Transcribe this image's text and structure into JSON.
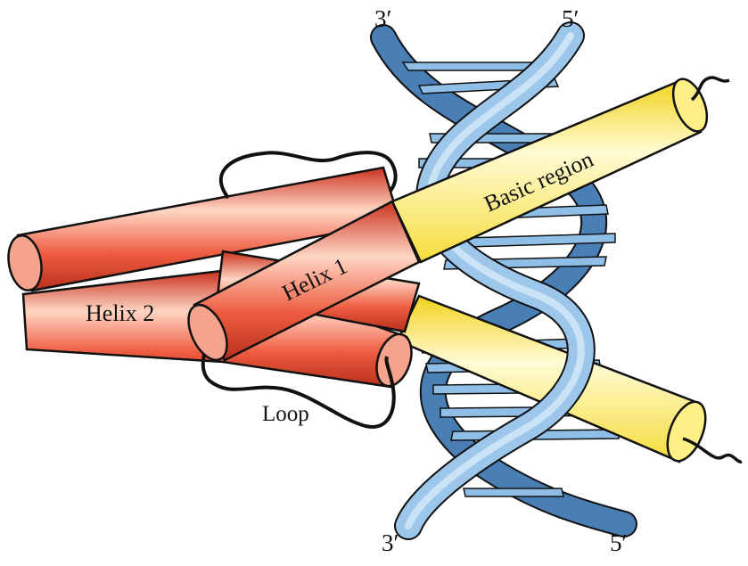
{
  "labels": {
    "dna_top_left_end": "3′",
    "dna_top_right_end": "5′",
    "dna_bottom_left_end": "3′",
    "dna_bottom_right_end": "5′",
    "basic_region": "Basic region",
    "helix1": "Helix 1",
    "helix2": "Helix 2",
    "loop": "Loop"
  },
  "colors": {
    "helix_red": "#e8553a",
    "basic_yellow": "#fff06a",
    "dna_blue": "#7fb2dd",
    "outline": "#111111"
  }
}
